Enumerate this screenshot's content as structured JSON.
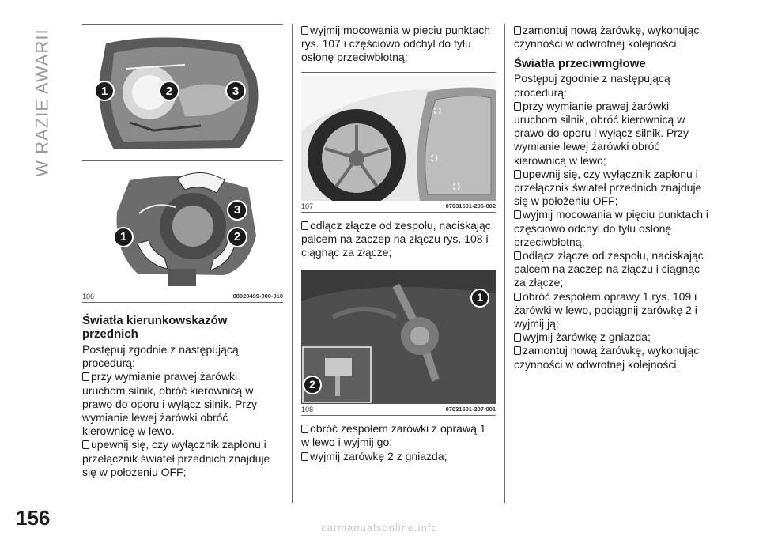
{
  "side_tab": "W RAZIE AWARII",
  "page_number": "156",
  "footer": "carmanualsonline.info",
  "col1": {
    "fig_number": "106",
    "fig_code": "08020499-000-010",
    "fig_callouts_top": [
      "1",
      "2",
      "3"
    ],
    "fig_callouts_bottom": [
      "1",
      "2",
      "3"
    ],
    "heading": "Światła kierunkowskazów przednich",
    "intro": "Postępuj zgodnie z następującą procedurą:",
    "steps": [
      "przy wymianie prawej żarówki uruchom silnik, obróć kierownicą w prawo do oporu i wyłącz silnik. Przy wymianie lewej żarówki obróć kierownicę w lewo.",
      "upewnij się, czy wyłącznik zapłonu i przełącznik świateł przednich znajduje się w położeniu OFF;"
    ]
  },
  "col2": {
    "step_top": "wyjmij mocowania w pięciu punktach rys. 107 i częściowo odchyl do tyłu osłonę przeciwbłotną;",
    "fig107_number": "107",
    "fig107_code": "07031501-206-002",
    "step_mid": "odłącz złącze od zespołu, naciskając palcem na zaczep na złączu rys. 108 i ciągnąc za złącze;",
    "fig108_number": "108",
    "fig108_code": "07031501-207-001",
    "fig108_callouts": [
      "1",
      "2"
    ],
    "steps_bottom": [
      "obróć zespołem żarówki z oprawą 1 w lewo i wyjmij go;",
      "wyjmij żarówkę 2 z gniazda;"
    ]
  },
  "col3": {
    "step_top": "zamontuj nową żarówkę, wykonując czynności w odwrotnej kolejności.",
    "heading": "Światła przeciwmgłowe",
    "intro": "Postępuj zgodnie z następującą procedurą:",
    "steps": [
      "przy wymianie prawej żarówki uruchom silnik, obróć kierownicą w prawo do oporu i wyłącz silnik. Przy wymianie lewej żarówki obróć kierownicą w lewo;",
      "upewnij się, czy wyłącznik zapłonu i przełącznik świateł przednich znajduje się w położeniu OFF;",
      "wyjmij mocowania w pięciu punktach i częściowo odchyl do tyłu osłonę przeciwbłotną;",
      "odłącz złącze od zespołu, naciskając palcem na zaczep na złączu i ciągnąc za złącze;",
      "obróć zespołem oprawy 1 rys. 109 i żarówki w lewo, pociągnij żarówkę 2 i wyjmij ją;",
      "wyjmij żarówkę z gniazda;",
      "zamontuj nową żarówkę, wykonując czynności w odwrotnej kolejności."
    ]
  }
}
